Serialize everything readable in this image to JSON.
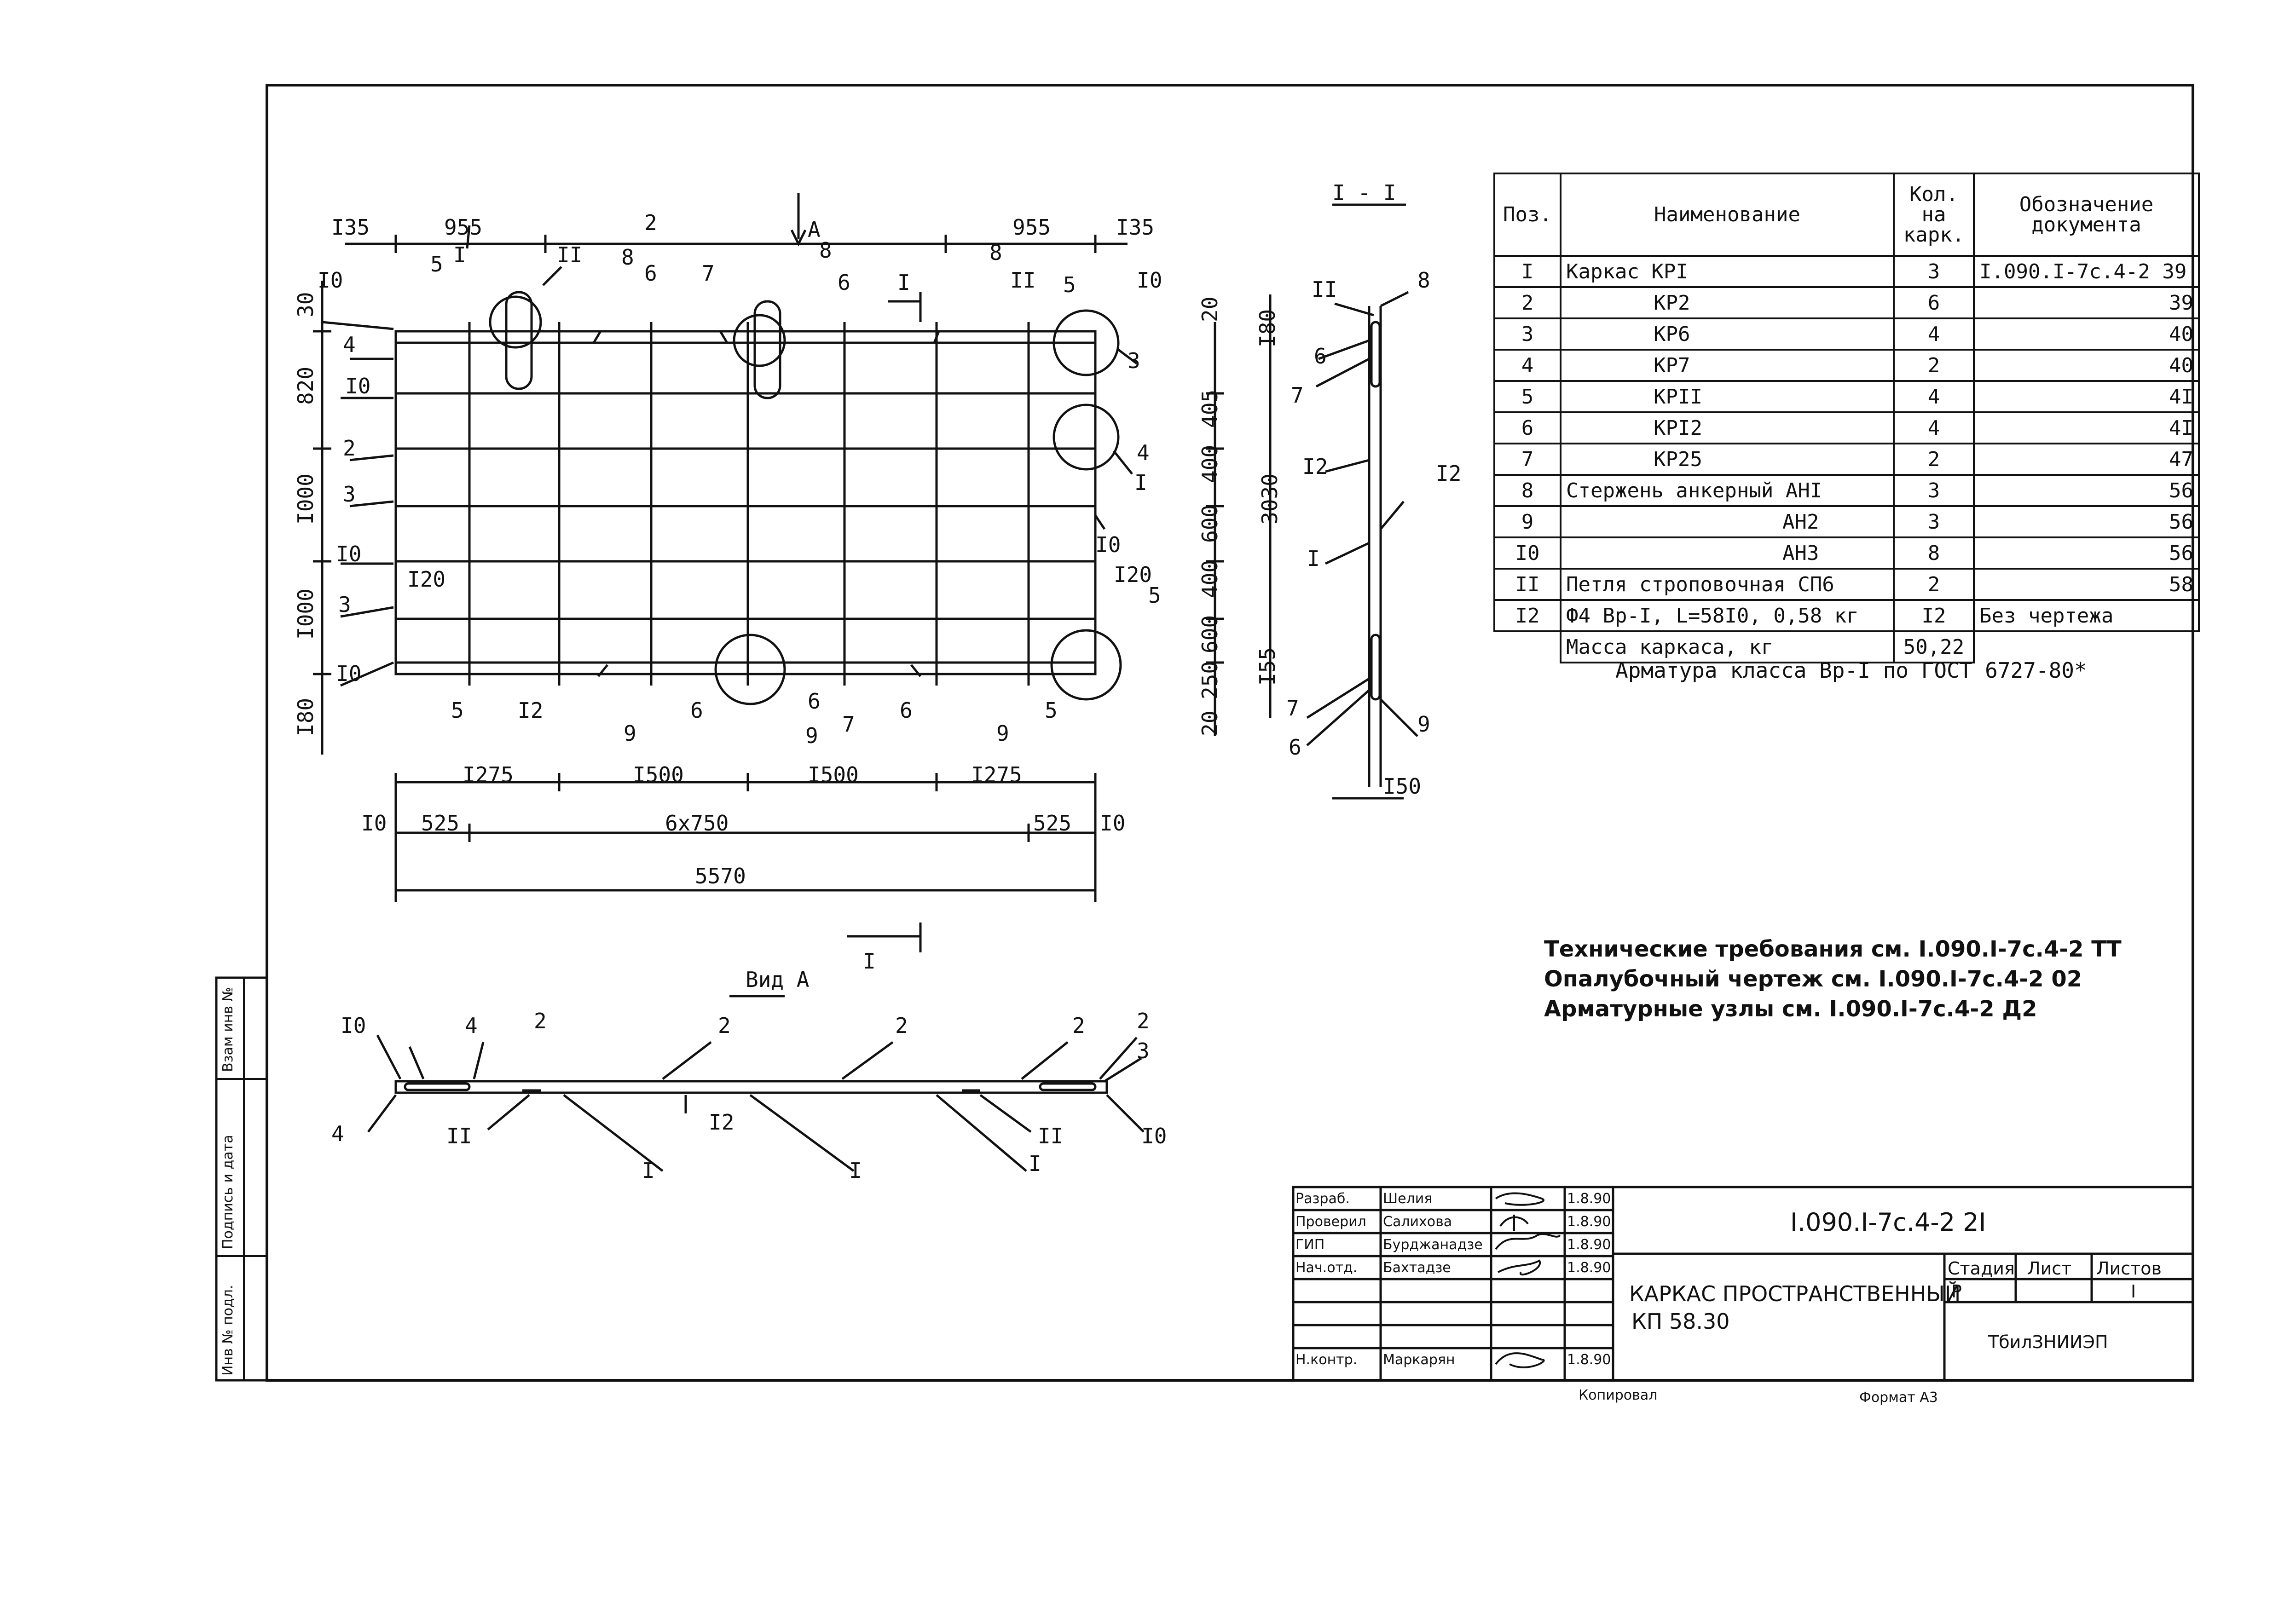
{
  "spec_table": {
    "headers": {
      "pos": "Поз.",
      "name": "Наименование",
      "qty_line1": "Кол.",
      "qty_line2": "на",
      "qty_line3": "карк.",
      "doc_line1": "Обозначение",
      "doc_line2": "документа"
    },
    "rows": [
      {
        "pos": "I",
        "name": "Каркас КРI",
        "qty": "3",
        "doc": "I.090.I-7c.4-2 39"
      },
      {
        "pos": "2",
        "name": "КР2",
        "qty": "6",
        "doc": "39"
      },
      {
        "pos": "3",
        "name": "КР6",
        "qty": "4",
        "doc": "40"
      },
      {
        "pos": "4",
        "name": "КР7",
        "qty": "2",
        "doc": "40"
      },
      {
        "pos": "5",
        "name": "КРII",
        "qty": "4",
        "doc": "4I"
      },
      {
        "pos": "6",
        "name": "КРI2",
        "qty": "4",
        "doc": "4I"
      },
      {
        "pos": "7",
        "name": "КР25",
        "qty": "2",
        "doc": "47"
      },
      {
        "pos": "8",
        "name": "Стержень анкерный АНI",
        "qty": "3",
        "doc": "56"
      },
      {
        "pos": "9",
        "name": "АН2",
        "qty": "3",
        "doc": "56"
      },
      {
        "pos": "I0",
        "name": "АН3",
        "qty": "8",
        "doc": "56"
      },
      {
        "pos": "II",
        "name": "Петля строповочная СП6",
        "qty": "2",
        "doc": "58"
      },
      {
        "pos": "I2",
        "name": "Ф4 Вр-I, L=58I0, 0,58 кг",
        "qty": "I2",
        "doc": "Без чертежа"
      }
    ],
    "mass_label": "Масса каркаса, кг",
    "mass_value": "50,22",
    "footnote": "Арматура класса Вр-I по ГОСТ 6727-80*"
  },
  "notes": [
    "Технические требования см. I.090.I-7c.4-2 ТТ",
    "Опалубочный чертеж см. I.090.I-7c.4-2 02",
    "Арматурные узлы см. I.090.I-7c.4-2 Д2"
  ],
  "section_label": "I - I",
  "view_label": "Вид А",
  "view_arrow_label": "А",
  "section_marker": "I",
  "dims": {
    "top_left_offset": "I35",
    "top_left_span": "955",
    "top_right_span": "955",
    "top_right_offset": "I35",
    "bottom_spans": [
      "I275",
      "I500",
      "I500",
      "I275"
    ],
    "bottom_row2": [
      "I0",
      "525",
      "6x750",
      "525",
      "I0"
    ],
    "total": "5570",
    "left_vertical": [
      "30",
      "820",
      "I000",
      "I000",
      "I80"
    ],
    "right_vertical": [
      "20",
      "405",
      "400",
      "600",
      "400",
      "600",
      "250",
      "20"
    ],
    "right_outer": [
      "I80",
      "3030",
      "I55"
    ],
    "section_bottom": "I50"
  },
  "title_block": {
    "roles": [
      "Разраб.",
      "Проверил",
      "ГИП",
      "Нач.отд.",
      "",
      "",
      "Н.контр."
    ],
    "names": [
      "Шелия",
      "Салихова",
      "Бурджанадзе",
      "Бахтадзе",
      "",
      "",
      "Маркарян"
    ],
    "dates": [
      "1.8.90",
      "1.8.90",
      "1.8.90",
      "1.8.90",
      "",
      "",
      "1.8.90"
    ],
    "doc_code": "I.090.I-7c.4-2 2I",
    "title_line1": "КАРКАС ПРОСТРАНСТВЕННЫЙ",
    "title_line2": "КП 58.30",
    "stage_label": "Стадия",
    "sheet_label": "Лист",
    "sheets_label": "Листов",
    "stage_value": "Р",
    "sheet_value": "",
    "sheets_value": "I",
    "org": "ТбилЗНИИЭП"
  },
  "side_stamp": [
    "Инв № подл.",
    "Подпись и дата",
    "Взам инв №"
  ],
  "footer": {
    "copied": "Копировал",
    "format": "Формат А3"
  }
}
